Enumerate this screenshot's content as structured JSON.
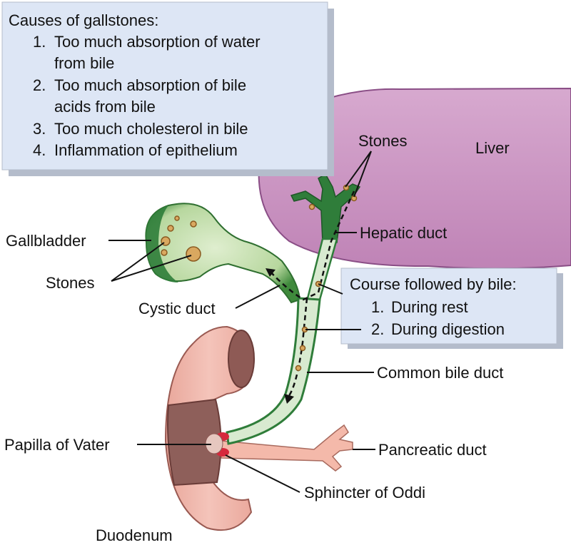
{
  "causes_box": {
    "title": "Causes of gallstones:",
    "items": [
      {
        "num": "1.",
        "line1": "Too much absorption of water",
        "line2": "from bile"
      },
      {
        "num": "2.",
        "line1": "Too much absorption of bile",
        "line2": "acids from bile"
      },
      {
        "num": "3.",
        "line1": "Too much cholesterol in bile",
        "line2": ""
      },
      {
        "num": "4.",
        "line1": "Inflammation of epithelium",
        "line2": ""
      }
    ]
  },
  "course_box": {
    "title": "Course followed by bile:",
    "items": [
      {
        "num": "1.",
        "text": "During rest"
      },
      {
        "num": "2.",
        "text": "During digestion"
      }
    ]
  },
  "labels": {
    "liver": "Liver",
    "stones_top": "Stones",
    "hepatic_duct": "Hepatic duct",
    "gallbladder": "Gallbladder",
    "stones_left": "Stones",
    "cystic_duct": "Cystic duct",
    "common_bile_duct": "Common bile duct",
    "papilla_of_vater": "Papilla of Vater",
    "pancreatic_duct": "Pancreatic duct",
    "sphincter_of_oddi": "Sphincter of Oddi",
    "duodenum": "Duodenum"
  },
  "colors": {
    "liver": "#c994c0",
    "liver_edge": "#8a4e86",
    "bile_green": "#2f7d3a",
    "bile_light": "#d8ead0",
    "duodenum": "#efb3a8",
    "duodenum_dark": "#8e5a55",
    "pancreatic": "#f4b9aa",
    "sphincter": "#d6283c",
    "box_fill": "#dde6f5",
    "box_shadow": "#b4bccb"
  }
}
